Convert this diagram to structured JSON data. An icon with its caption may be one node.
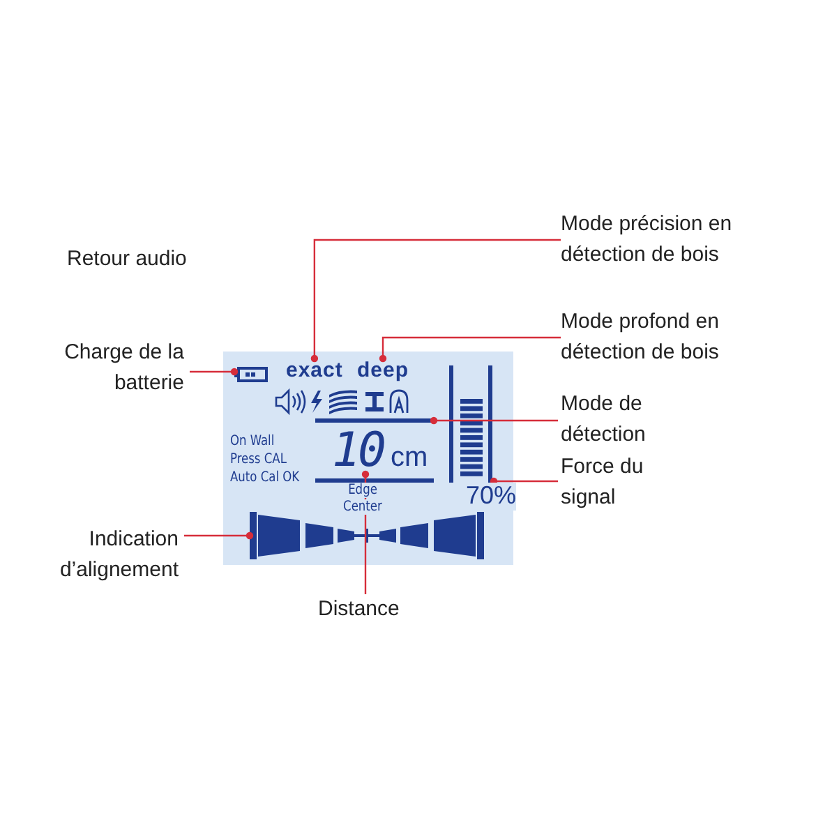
{
  "diagram": {
    "nodes": [
      {
        "text": [
          "Mode précision en détection de bois"
        ]
      },
      {
        "text": [
          "Charge de la batterie"
        ]
      },
      {
        "text": [
          "Mode profond en détection de bois"
        ]
      },
      {
        "text": [
          "On Wall",
          "Press CAL",
          "Auto Cal OK",
          "Edge",
          "Center",
          "70%"
        ]
      },
      {
        "text": [],
        "shape": "picture",
        "in": 3
      },
      {
        "text": [
          "exact"
        ],
        "in": 3
      },
      {
        "text": [
          "deep"
        ],
        "in": 3
      },
      {
        "text": [],
        "shape": "bar",
        "in": 3
      },
      {
        "text": [],
        "shape": "bar",
        "in": 3
      },
      {
        "text": [
          "10",
          "cm"
        ],
        "in": 3
      },
      {
        "text": [],
        "shape": "picture",
        "in": 3
      },
      {
        "text": [
          "Mode de détection"
        ]
      },
      {
        "text": [
          "Force du signal"
        ]
      },
      {
        "text": [
          "Indication d’alignement"
        ]
      },
      {
        "text": [
          "Distance"
        ]
      }
    ],
    "edges": [
      {
        "from": 0,
        "to": 5,
        "arrow": "other"
      },
      {
        "from": 1,
        "to": 4,
        "arrow": "other"
      },
      {
        "from": 2,
        "to": 6,
        "arrow": "other"
      },
      {
        "from": 11,
        "to": 7,
        "arrow": "other"
      },
      {
        "from": 12,
        "to": 8,
        "arrow": "other"
      },
      {
        "from": 13,
        "to": 10,
        "arrow": "other"
      },
      {
        "from": 14,
        "to": 9,
        "arrow": "other"
      }
    ],
    "labels": [
      "Retour audio"
    ]
  }
}
